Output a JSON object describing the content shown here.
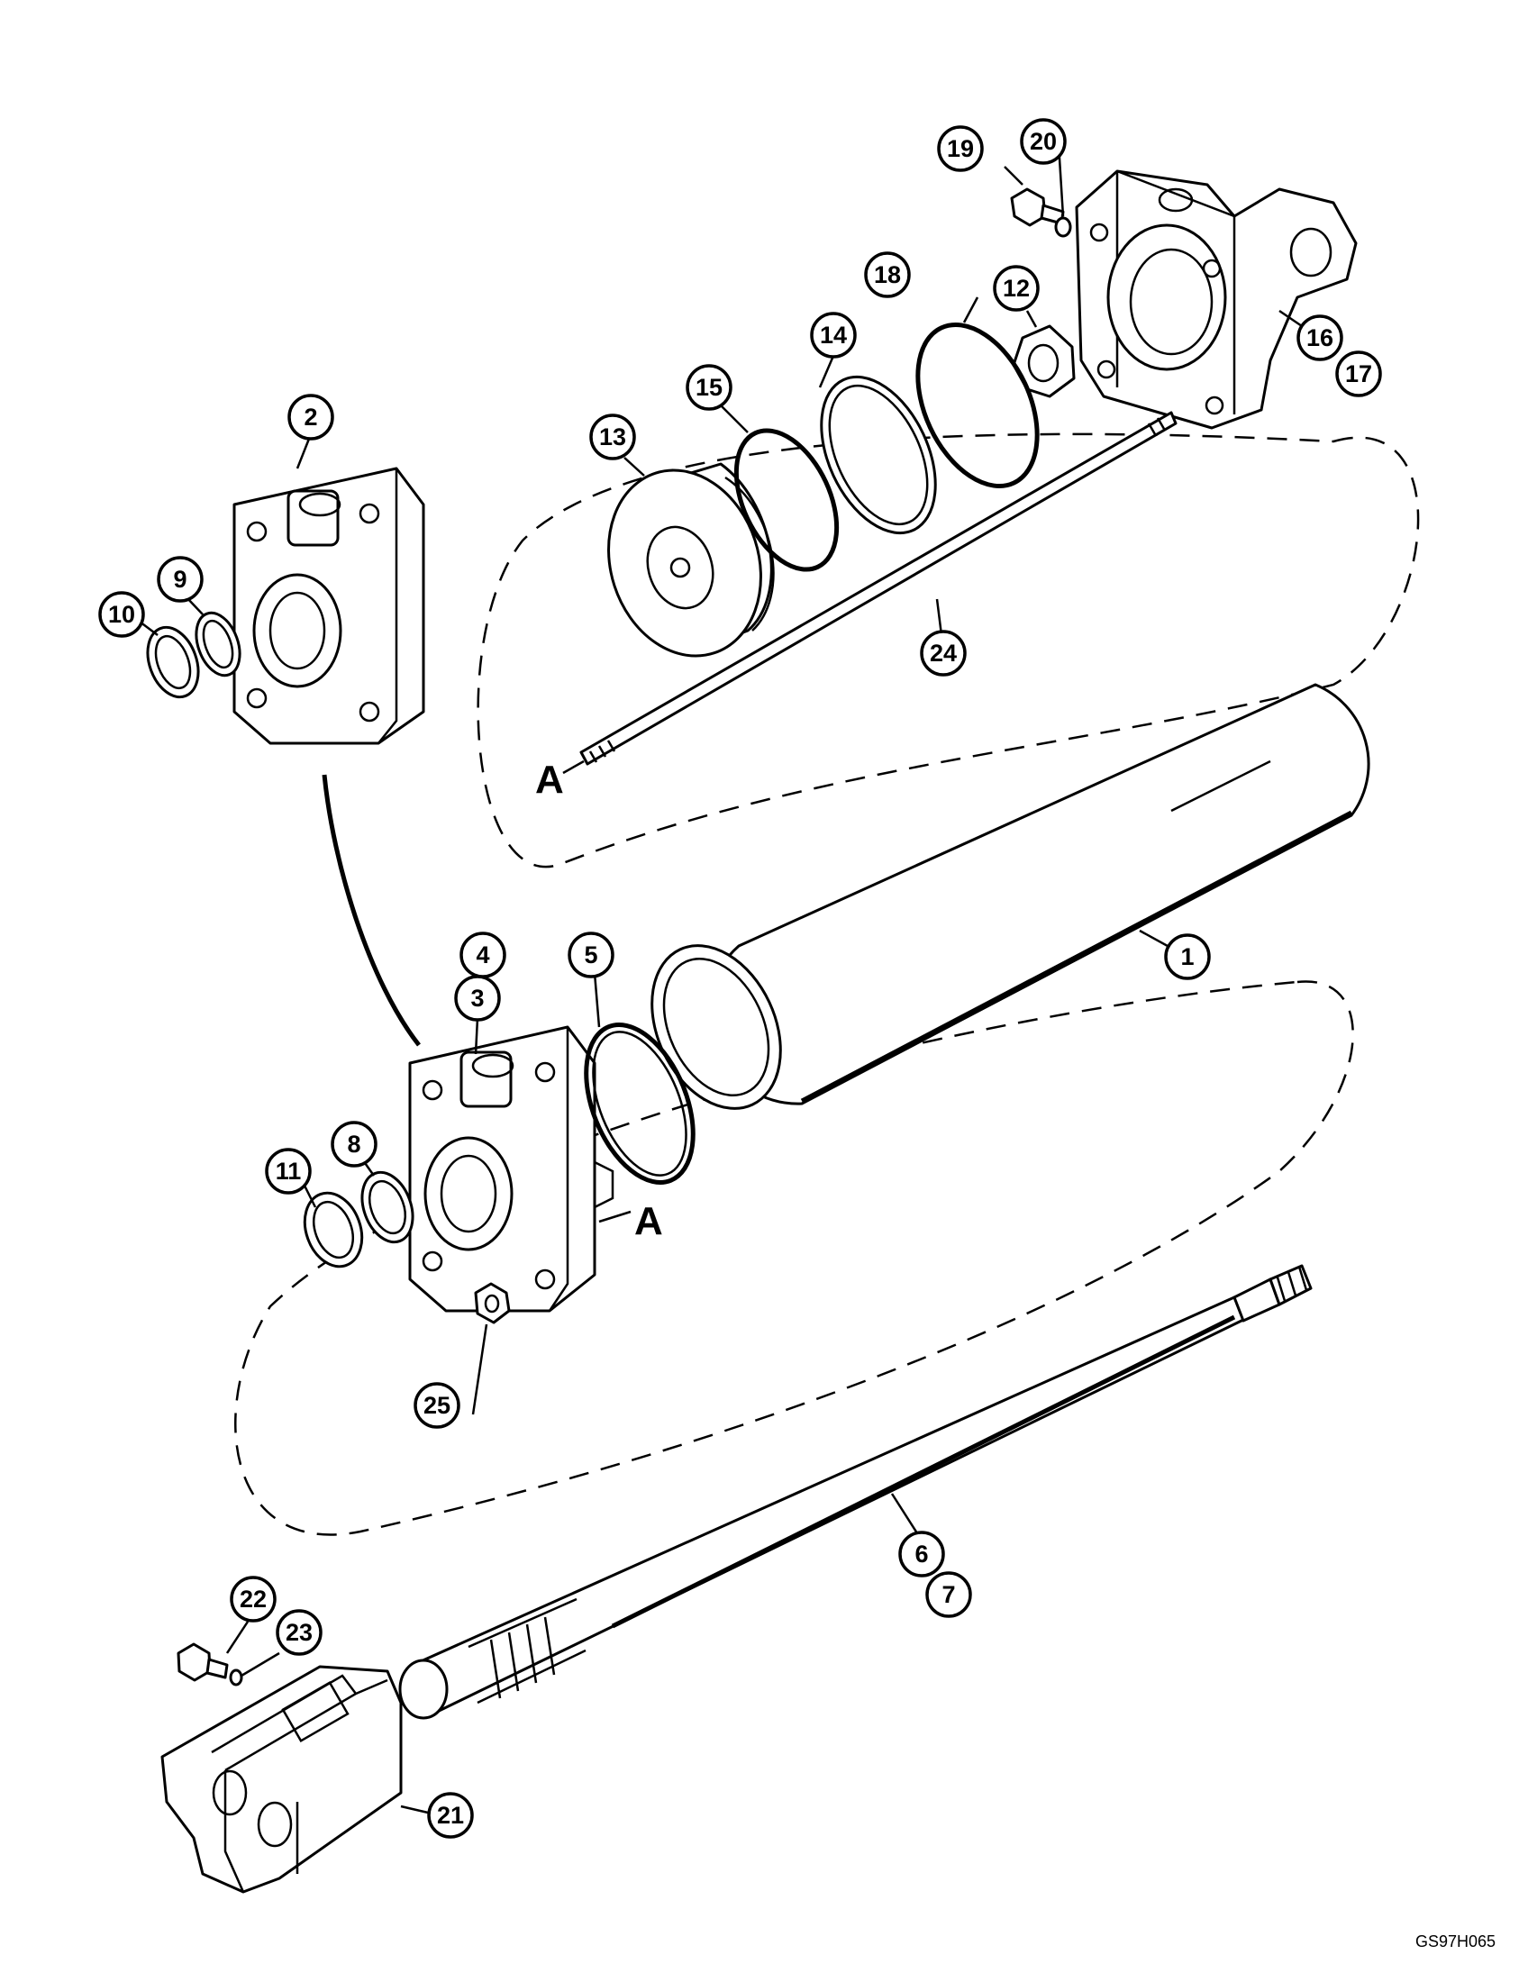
{
  "callouts": [
    {
      "id": "1",
      "label": "1"
    },
    {
      "id": "2",
      "label": "2"
    },
    {
      "id": "3",
      "label": "3"
    },
    {
      "id": "4",
      "label": "4"
    },
    {
      "id": "5",
      "label": "5"
    },
    {
      "id": "6",
      "label": "6"
    },
    {
      "id": "7",
      "label": "7"
    },
    {
      "id": "8",
      "label": "8"
    },
    {
      "id": "9",
      "label": "9"
    },
    {
      "id": "10",
      "label": "10"
    },
    {
      "id": "11",
      "label": "11"
    },
    {
      "id": "12",
      "label": "12"
    },
    {
      "id": "13",
      "label": "13"
    },
    {
      "id": "14",
      "label": "14"
    },
    {
      "id": "15",
      "label": "15"
    },
    {
      "id": "16",
      "label": "16"
    },
    {
      "id": "17",
      "label": "17"
    },
    {
      "id": "18",
      "label": "18"
    },
    {
      "id": "19",
      "label": "19"
    },
    {
      "id": "20",
      "label": "20"
    },
    {
      "id": "21",
      "label": "21"
    },
    {
      "id": "22",
      "label": "22"
    },
    {
      "id": "23",
      "label": "23"
    },
    {
      "id": "24",
      "label": "24"
    },
    {
      "id": "25",
      "label": "25"
    }
  ],
  "markers": {
    "a_upper": "A",
    "a_lower": "A"
  },
  "reference_code": "GS97H065"
}
